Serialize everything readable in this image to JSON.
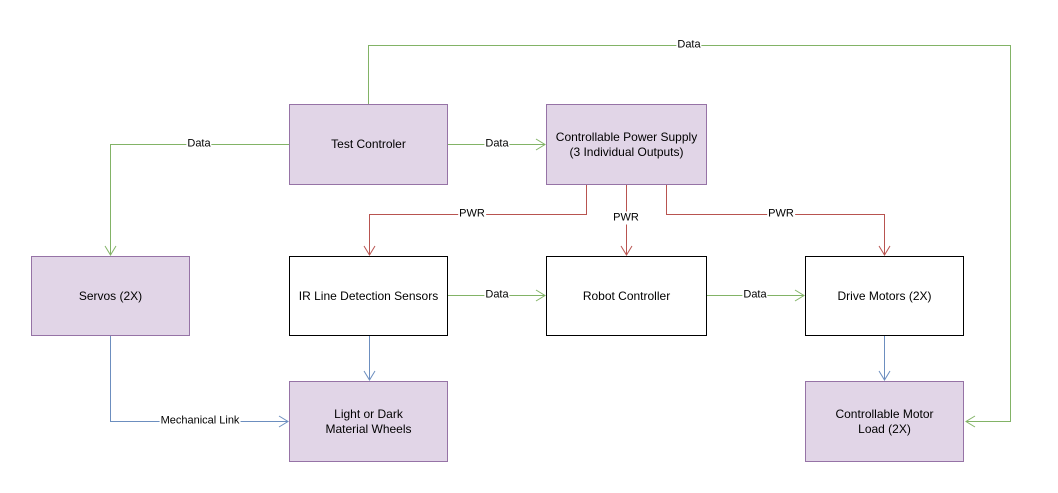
{
  "colors": {
    "data_edge": "#82b366",
    "power_edge": "#b85450",
    "mechanical_edge": "#6c8ebf",
    "purple_fill": "#e1d5e7",
    "purple_stroke": "#9673a6"
  },
  "nodes": {
    "test_controller": "Test Controler",
    "power_supply": "Controllable Power Supply\n(3 Individual Outputs)",
    "servos": "Servos (2X)",
    "ir_sensors": "IR Line Detection Sensors",
    "robot_controller": "Robot Controller",
    "drive_motors": "Drive Motors (2X)",
    "wheels": "Light or Dark\nMaterial Wheels",
    "motor_load": "Controllable Motor\nLoad (2X)"
  },
  "edge_labels": {
    "data": "Data",
    "pwr": "PWR",
    "mechanical_link": "Mechanical Link"
  }
}
